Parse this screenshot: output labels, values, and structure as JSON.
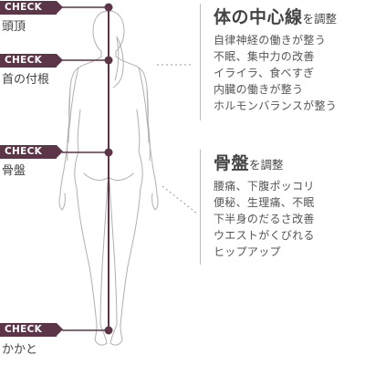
{
  "checkpoints": [
    {
      "tag": "CHECK",
      "label": "頭頂"
    },
    {
      "tag": "CHECK",
      "label": "首の付根"
    },
    {
      "tag": "CHECK",
      "label": "骨盤"
    },
    {
      "tag": "CHECK",
      "label": "かかと"
    }
  ],
  "panel_center_line": {
    "title_main": "体の中心線",
    "title_suffix": "を調整",
    "items": [
      "自律神経の働きが整う",
      "不眠、集中力の改善",
      "イライラ、食べすぎ",
      "内臓の働きが整う",
      "ホルモンバランスが整う"
    ]
  },
  "panel_pelvis": {
    "title_main": "骨盤",
    "title_suffix": "を調整",
    "items": [
      "腰痛、下腹ポッコリ",
      "便秘、生理痛、不眠",
      "下半身のだるさ改善",
      "ウエストがくびれる",
      "ヒップアップ"
    ]
  },
  "colors": {
    "accent": "#5c3548",
    "text": "#444444",
    "figure_line": "#b0b0b0",
    "divider": "#bdbdbd"
  }
}
